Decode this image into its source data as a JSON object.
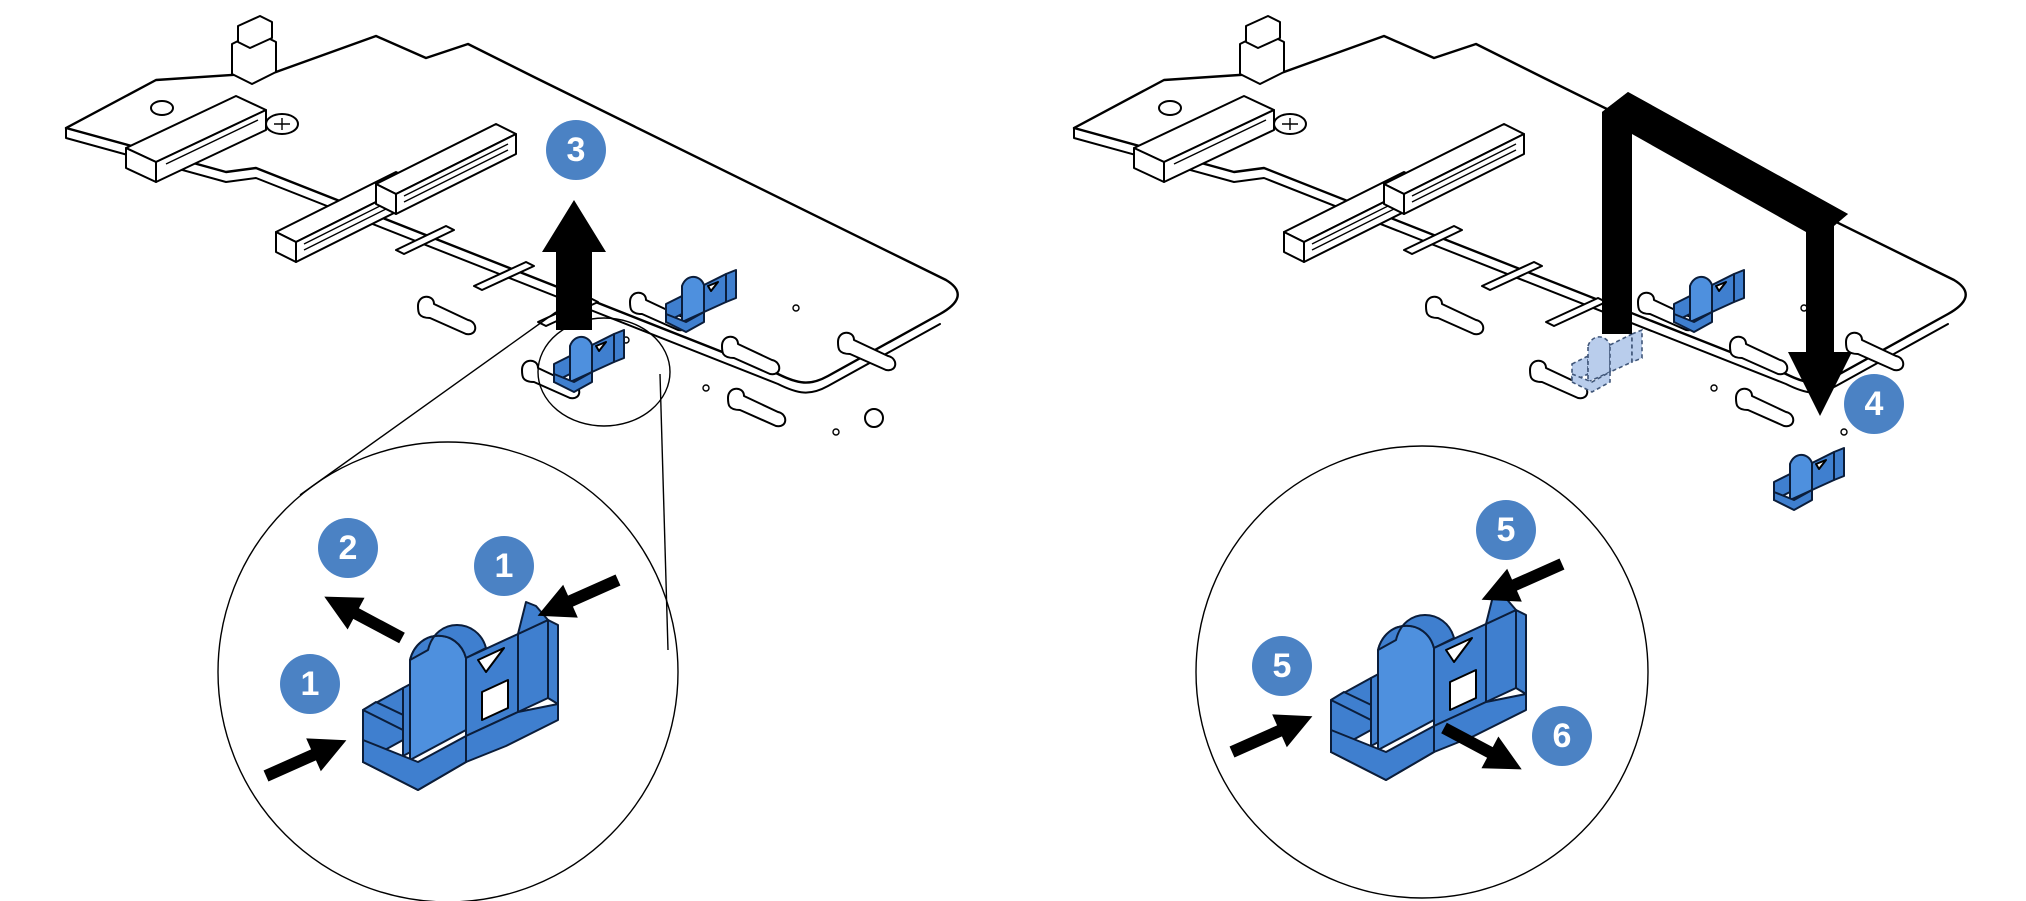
{
  "figure": {
    "left_panel": {
      "callouts": [
        {
          "id": "callout-3",
          "label": "3"
        },
        {
          "id": "callout-2",
          "label": "2"
        },
        {
          "id": "callout-1-top",
          "label": "1"
        },
        {
          "id": "callout-1-bottom",
          "label": "1"
        }
      ]
    },
    "right_panel": {
      "callouts": [
        {
          "id": "callout-4",
          "label": "4"
        },
        {
          "id": "callout-5-top",
          "label": "5"
        },
        {
          "id": "callout-5-left",
          "label": "5"
        },
        {
          "id": "callout-6",
          "label": "6"
        }
      ]
    }
  },
  "colors": {
    "callout_fill": "#4b82c4",
    "retainer_blue": "#3f7fcf",
    "retainer_ghost": "#b9cdec",
    "outline": "#000000"
  },
  "icons": {
    "retainer": "m2-retainer-clip-icon",
    "arrow": "direction-arrow-icon"
  }
}
